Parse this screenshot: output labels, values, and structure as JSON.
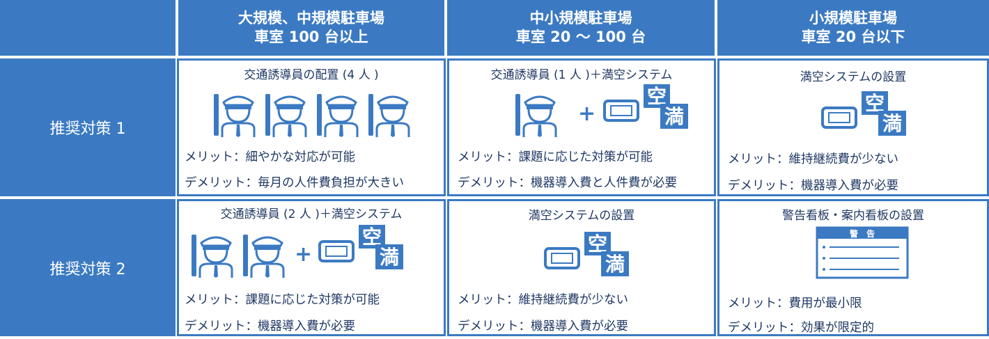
{
  "headers": [
    {
      "line1": "",
      "line2": ""
    },
    {
      "line1": "大規模、中規模駐車場",
      "line2": "車室 100 台以上"
    },
    {
      "line1": "中小規模駐車場",
      "line2": "車室 20 〜 100 台"
    },
    {
      "line1": "小規模駐車場",
      "line2": "車室 20 台以下"
    }
  ],
  "rows": [
    {
      "label": "推奨対策 1"
    },
    {
      "label": "推奨対策 2"
    }
  ],
  "cells": {
    "r1c1": {
      "title": "交通誘導員の配置 (4 人 )",
      "merit": "メリット：細やかな対応が可能",
      "demerit": "デメリット：毎月の人件費負担が大きい"
    },
    "r1c2": {
      "title": "交通誘導員 (1 人 )＋満空システム",
      "merit": "メリット：課題に応じた対策が可能",
      "demerit": "デメリット：機器導入費と人件費が必要"
    },
    "r1c3": {
      "title": "満空システムの設置",
      "merit": "メリット：維持継続費が少ない",
      "demerit": "デメリット：機器導入費が必要"
    },
    "r2c1": {
      "title": "交通誘導員 (2 人 )＋満空システム",
      "merit": "メリット：課題に応じた対策が可能",
      "demerit": "デメリット：機器導入費が必要"
    },
    "r2c2": {
      "title": "満空システムの設置",
      "merit": "メリット：維持継続費が少ない",
      "demerit": "デメリット：機器導入費が必要"
    },
    "r2c3": {
      "title": "警告看板・案内看板の設置",
      "merit": "メリット：費用が最小限",
      "demerit": "デメリット：効果が限定的"
    }
  },
  "icons": {
    "sign_top": "空",
    "sign_bottom": "満",
    "plus": "+",
    "board_title": "警　告"
  },
  "colors": {
    "brand": "#3b7ac2",
    "text": "#1f3864"
  }
}
